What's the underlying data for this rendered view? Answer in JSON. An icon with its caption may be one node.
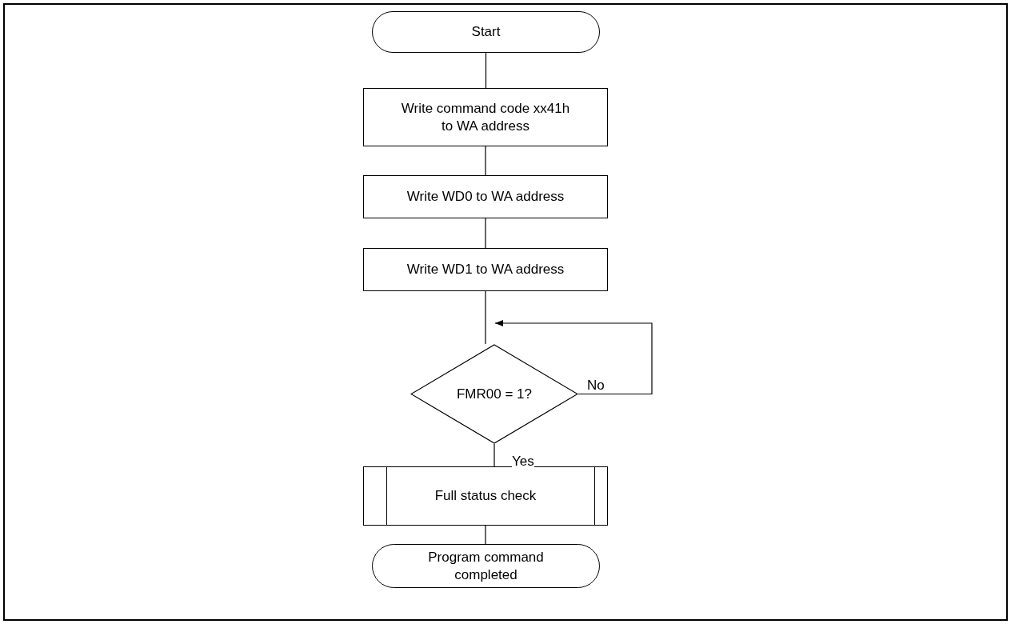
{
  "diagram": {
    "nodes": [
      {
        "text": [
          "Start"
        ]
      },
      {
        "text": [
          "Write command code xx41h to WA address"
        ]
      },
      {
        "text": [
          "Write WD0 to WA address"
        ]
      },
      {
        "text": [
          "Write WD1 to WA address"
        ]
      },
      {
        "text": [
          "FMR00 = 1?"
        ]
      },
      {
        "text": [
          "Full status check"
        ]
      },
      {
        "text": [
          "Program command completed"
        ]
      }
    ],
    "edges": [
      {
        "from": 0,
        "to": 1,
        "arrow": "none"
      },
      {
        "from": 1,
        "to": 2,
        "arrow": "none"
      },
      {
        "from": 2,
        "to": 3,
        "arrow": "none"
      },
      {
        "from": 3,
        "to": 4,
        "arrow": "none"
      },
      {
        "from": 4,
        "to": 4,
        "arrow": "to",
        "label": "No"
      },
      {
        "from": 4,
        "to": 5,
        "arrow": "none",
        "label": "Yes"
      },
      {
        "from": 5,
        "to": 6,
        "arrow": "none"
      }
    ]
  }
}
